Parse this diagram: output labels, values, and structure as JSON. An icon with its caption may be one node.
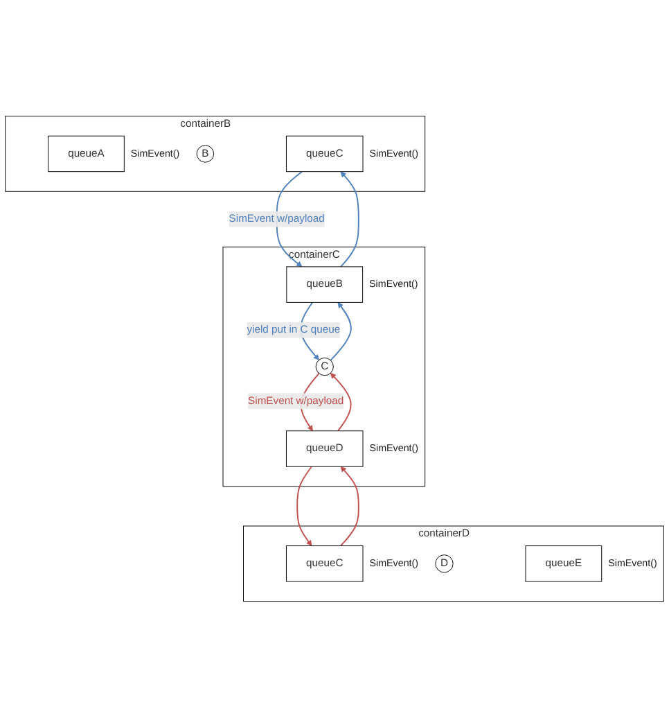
{
  "diagram": {
    "nodes": [
      {
        "text": [
          "containerB"
        ]
      },
      {
        "text": [
          "queueA"
        ],
        "in": 0,
        "beside": [
          "SimEvent()"
        ]
      },
      {
        "text": [
          "B"
        ],
        "in": 0
      },
      {
        "text": [
          "queueC"
        ],
        "in": 0,
        "beside": [
          "SimEvent()"
        ]
      },
      {
        "text": [
          "containerC"
        ]
      },
      {
        "text": [
          "queueB"
        ],
        "in": 4,
        "beside": [
          "SimEvent()"
        ]
      },
      {
        "text": [
          "C"
        ],
        "in": 4
      },
      {
        "text": [
          "queueD"
        ],
        "in": 4,
        "beside": [
          "SimEvent()"
        ]
      },
      {
        "text": [
          "containerD"
        ]
      },
      {
        "text": [
          "queueC"
        ],
        "in": 8,
        "beside": [
          "SimEvent()"
        ]
      },
      {
        "text": [
          "D"
        ],
        "in": 8
      },
      {
        "text": [
          "queueE"
        ],
        "in": 8,
        "beside": [
          "SimEvent()"
        ]
      }
    ],
    "edges": [
      {
        "from": 5,
        "to": 3,
        "arrow": "to",
        "color": "#4f81bd"
      },
      {
        "from": 3,
        "to": 5,
        "arrow": "to",
        "label": "SimEvent w/payload",
        "color": "#4f81bd"
      },
      {
        "from": 5,
        "to": 6,
        "arrow": "to",
        "label": "yield put in C queue",
        "color": "#4f81bd"
      },
      {
        "from": 6,
        "to": 5,
        "arrow": "to",
        "color": "#4f81bd"
      },
      {
        "from": 6,
        "to": 7,
        "arrow": "to",
        "label": "SimEvent w/payload",
        "color": "#c0504d"
      },
      {
        "from": 7,
        "to": 6,
        "arrow": "to",
        "color": "#c0504d"
      },
      {
        "from": 7,
        "to": 9,
        "arrow": "to",
        "color": "#c0504d"
      },
      {
        "from": 9,
        "to": 7,
        "arrow": "to",
        "color": "#c0504d"
      }
    ]
  }
}
